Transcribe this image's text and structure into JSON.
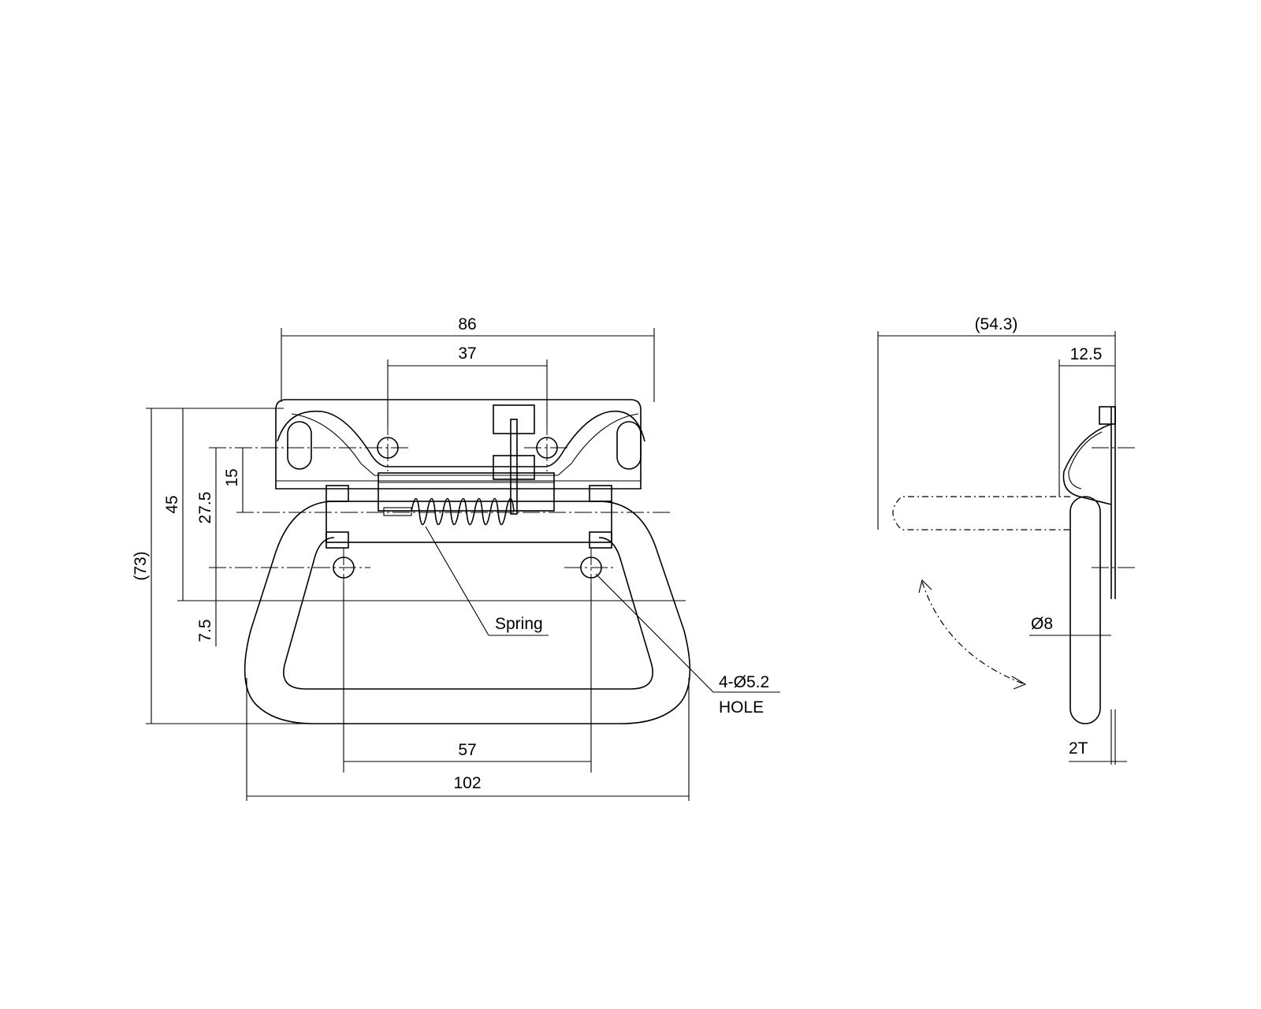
{
  "drawing": {
    "front_view": {
      "dim_overall_width": "86",
      "dim_top_holes": "37",
      "dim_bottom_holes": "57",
      "dim_handle_width": "102",
      "dim_overall_height": "(73)",
      "dim_45": "45",
      "dim_27_5": "27.5",
      "dim_15": "15",
      "dim_7_5": "7.5",
      "callout_spring": "Spring",
      "callout_holes_line1": "4-Ø5.2",
      "callout_holes_line2": "HOLE"
    },
    "side_view": {
      "dim_reach": "(54.3)",
      "dim_12_5": "12.5",
      "dim_wire": "Ø8",
      "dim_thickness": "2T"
    }
  }
}
